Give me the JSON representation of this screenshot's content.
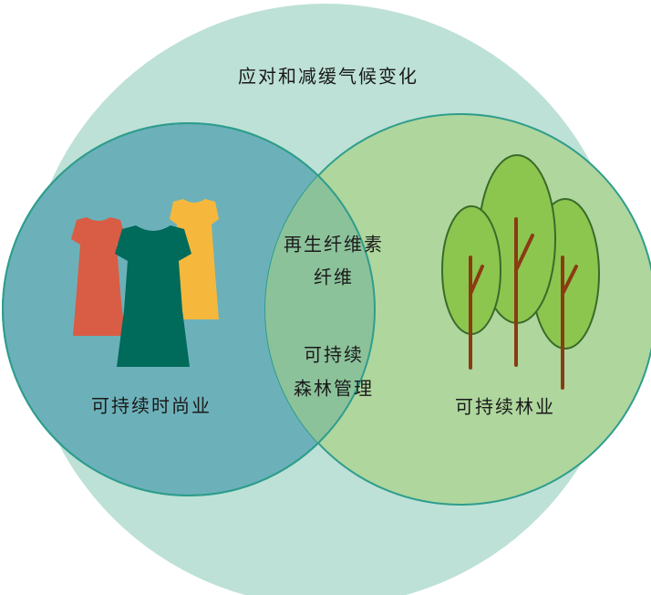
{
  "outer_label": "应对和减缓气候变化",
  "left_label": "可持续时尚业",
  "right_label": "可持续林业",
  "overlap_top": [
    "再生纤维素",
    "纤维"
  ],
  "overlap_bottom": [
    "可持续",
    "森林管理"
  ],
  "colors": {
    "outer_circle": "#bde1d6",
    "left_circle": "#6cb1b9",
    "right_circle": "#aed69d",
    "overlap": "#8cc29a",
    "circle_stroke": "#2f9d8d",
    "dress_red": "#d95c45",
    "dress_yellow": "#f5b83d",
    "dress_green": "#006a5b",
    "tree_canopy": "#8cc64f",
    "tree_trunk": "#8a3b12"
  },
  "icons": [
    "dress-icon",
    "tree-icon"
  ]
}
